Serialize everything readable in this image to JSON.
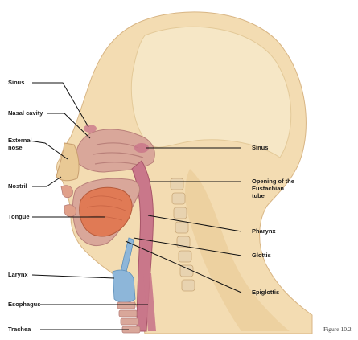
{
  "labels": {
    "sinus_top": "Sinus",
    "nasal_cavity": "Nasal cavity",
    "external_nose_1": "External",
    "external_nose_2": "nose",
    "nostril": "Nostril",
    "tongue": "Tongue",
    "larynx": "Larynx",
    "esophagus": "Esophagus",
    "trachea": "Trachea",
    "sinus_right": "Sinus",
    "eustachian_1": "Opening of the",
    "eustachian_2": "Eustachian",
    "eustachian_3": "tube",
    "pharynx": "Pharynx",
    "glottis": "Glottis",
    "epiglottis": "Epiglottis"
  },
  "caption": "Figure 10.2",
  "colors": {
    "skin": "#f3dcb2",
    "skin_shade": "#e9c995",
    "skull": "#f6e7c6",
    "tissue": "#d9a79a",
    "tongue": "#e07a55",
    "airway": "#c9778a",
    "cartilage": "#8db6d9",
    "vertebra": "#e8d3b0"
  }
}
